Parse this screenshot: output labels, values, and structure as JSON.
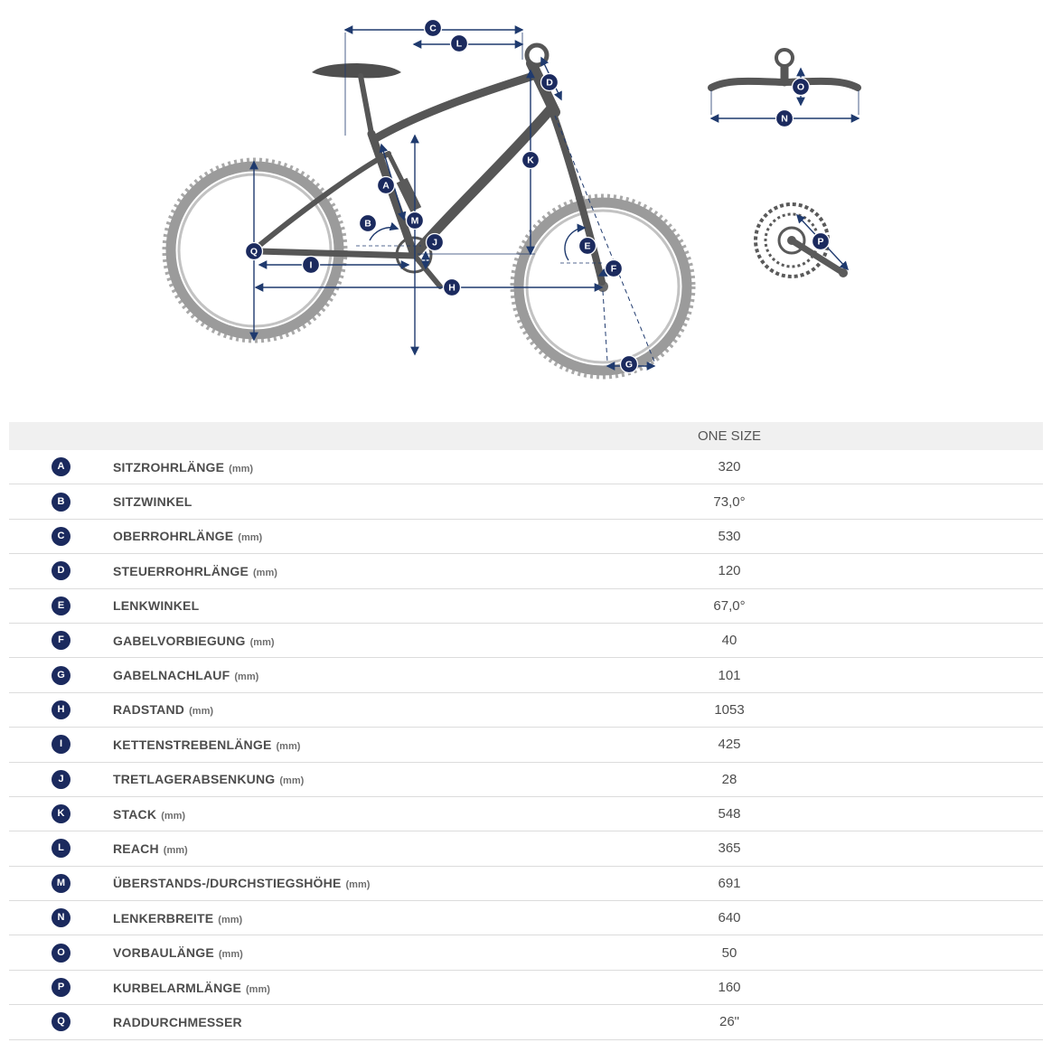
{
  "colors": {
    "badge": "#1b2a5e",
    "dimension_line": "#1f3a6e",
    "frame_gray": "#565656",
    "tire_gray": "#9b9b9b",
    "header_bg": "#f0f0f0",
    "row_border": "#dcdcdc",
    "text": "#4d4d4d"
  },
  "diagram": {
    "badge_letters": [
      "A",
      "B",
      "C",
      "D",
      "E",
      "F",
      "G",
      "H",
      "I",
      "J",
      "K",
      "L",
      "M",
      "N",
      "O",
      "P",
      "Q"
    ]
  },
  "table": {
    "size_header": "ONE SIZE",
    "rows": [
      {
        "letter": "A",
        "label": "SITZROHRLÄNGE",
        "unit": "(mm)",
        "value": "320"
      },
      {
        "letter": "B",
        "label": "SITZWINKEL",
        "unit": "",
        "value": "73,0°"
      },
      {
        "letter": "C",
        "label": "OBERROHRLÄNGE",
        "unit": "(mm)",
        "value": "530"
      },
      {
        "letter": "D",
        "label": "STEUERROHRLÄNGE",
        "unit": "(mm)",
        "value": "120"
      },
      {
        "letter": "E",
        "label": "LENKWINKEL",
        "unit": "",
        "value": "67,0°"
      },
      {
        "letter": "F",
        "label": "GABELVORBIEGUNG",
        "unit": "(mm)",
        "value": "40"
      },
      {
        "letter": "G",
        "label": "GABELNACHLAUF",
        "unit": "(mm)",
        "value": "101"
      },
      {
        "letter": "H",
        "label": "RADSTAND",
        "unit": "(mm)",
        "value": "1053"
      },
      {
        "letter": "I",
        "label": "KETTENSTREBENLÄNGE",
        "unit": "(mm)",
        "value": "425"
      },
      {
        "letter": "J",
        "label": "TRETLAGERABSENKUNG",
        "unit": "(mm)",
        "value": "28"
      },
      {
        "letter": "K",
        "label": "STACK",
        "unit": "(mm)",
        "value": "548"
      },
      {
        "letter": "L",
        "label": "REACH",
        "unit": "(mm)",
        "value": "365"
      },
      {
        "letter": "M",
        "label": "ÜBERSTANDS-/DURCHSTIEGSHÖHE",
        "unit": "(mm)",
        "value": "691"
      },
      {
        "letter": "N",
        "label": "LENKERBREITE",
        "unit": "(mm)",
        "value": "640"
      },
      {
        "letter": "O",
        "label": "VORBAULÄNGE",
        "unit": "(mm)",
        "value": "50"
      },
      {
        "letter": "P",
        "label": "KURBELARMLÄNGE",
        "unit": "(mm)",
        "value": "160"
      },
      {
        "letter": "Q",
        "label": "RADDURCHMESSER",
        "unit": "",
        "value": "26\""
      }
    ]
  }
}
